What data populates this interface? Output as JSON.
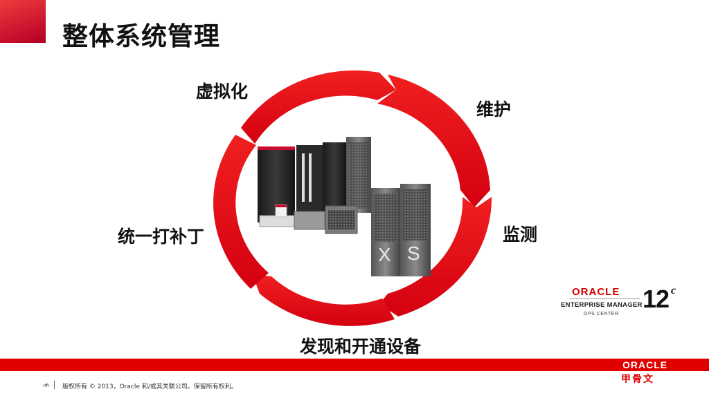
{
  "slide": {
    "title": "整体系统管理"
  },
  "cycle": {
    "labels": {
      "virtualization": "虚拟化",
      "maintenance": "维护",
      "monitoring": "监测",
      "patching": "统一打补丁",
      "discovery": "发现和开通设备"
    },
    "arc_color": "#e60012",
    "rack_x_letter": "X",
    "rack_s_letter": "S"
  },
  "product_logo": {
    "oracle": "ORACLE",
    "line1": "ENTERPRISE MANAGER",
    "line2": "OPS CENTER",
    "version": "12",
    "suffix": "c"
  },
  "footer": {
    "oracle": "ORACLE",
    "oracle_cn": "甲骨文",
    "page_number": "‹#›",
    "copyright": "版权所有 © 2013，Oracle 和/或其关联公司。保留所有权利。",
    "bar_color": "#e00000"
  }
}
